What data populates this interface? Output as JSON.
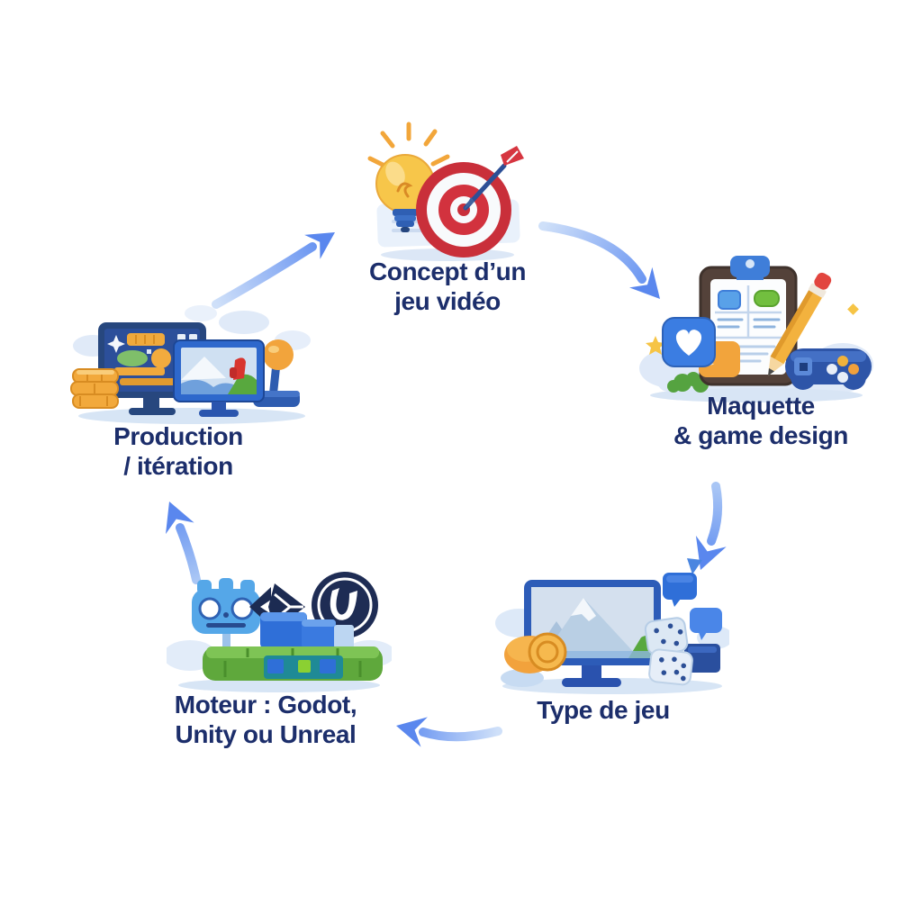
{
  "diagram": {
    "background_color": "#ffffff",
    "label_color": "#1c2e6b",
    "arrow_head_color": "#5a87ee",
    "arrow_tail_color": "#cfe0f9",
    "stages": [
      {
        "id": "concept",
        "label_lines": [
          "Concept d’un",
          "jeu vidéo"
        ],
        "icons": [
          "lightbulb-icon",
          "dart-target-icon",
          "paper-icon"
        ]
      },
      {
        "id": "maquette",
        "label_lines": [
          "Maquette",
          "& game design"
        ],
        "icons": [
          "heart-chat-icon",
          "clipboard-wireframe-icon",
          "pencil-icon",
          "gamepad-icon",
          "star-icon",
          "bush-icon",
          "sparkle-icon"
        ]
      },
      {
        "id": "type-de-jeu",
        "label_lines": [
          "Type de jeu"
        ],
        "icons": [
          "coins-icon",
          "monitor-landscape-icon",
          "dice-icon",
          "speech-bubbles-icon"
        ]
      },
      {
        "id": "moteur",
        "label_lines": [
          "Moteur : Godot,",
          "Unity ou Unreal"
        ],
        "icons": [
          "godot-logo-icon",
          "unity-logo-icon",
          "unreal-logo-icon",
          "platform-blocks-icon",
          "flag-icon"
        ]
      },
      {
        "id": "production",
        "label_lines": [
          "Production",
          "/ itération"
        ],
        "icons": [
          "editor-monitor-icon",
          "game-monitor-icon",
          "coin-stack-icon",
          "joystick-icon"
        ]
      }
    ],
    "arrows": [
      {
        "name": "arrow-concept-to-maquette",
        "from": "concept",
        "to": "maquette"
      },
      {
        "name": "arrow-maquette-to-type",
        "from": "maquette",
        "to": "type-de-jeu"
      },
      {
        "name": "arrow-type-to-moteur",
        "from": "type-de-jeu",
        "to": "moteur"
      },
      {
        "name": "arrow-moteur-to-production",
        "from": "moteur",
        "to": "production"
      },
      {
        "name": "arrow-production-to-concept",
        "from": "production",
        "to": "concept"
      }
    ]
  }
}
